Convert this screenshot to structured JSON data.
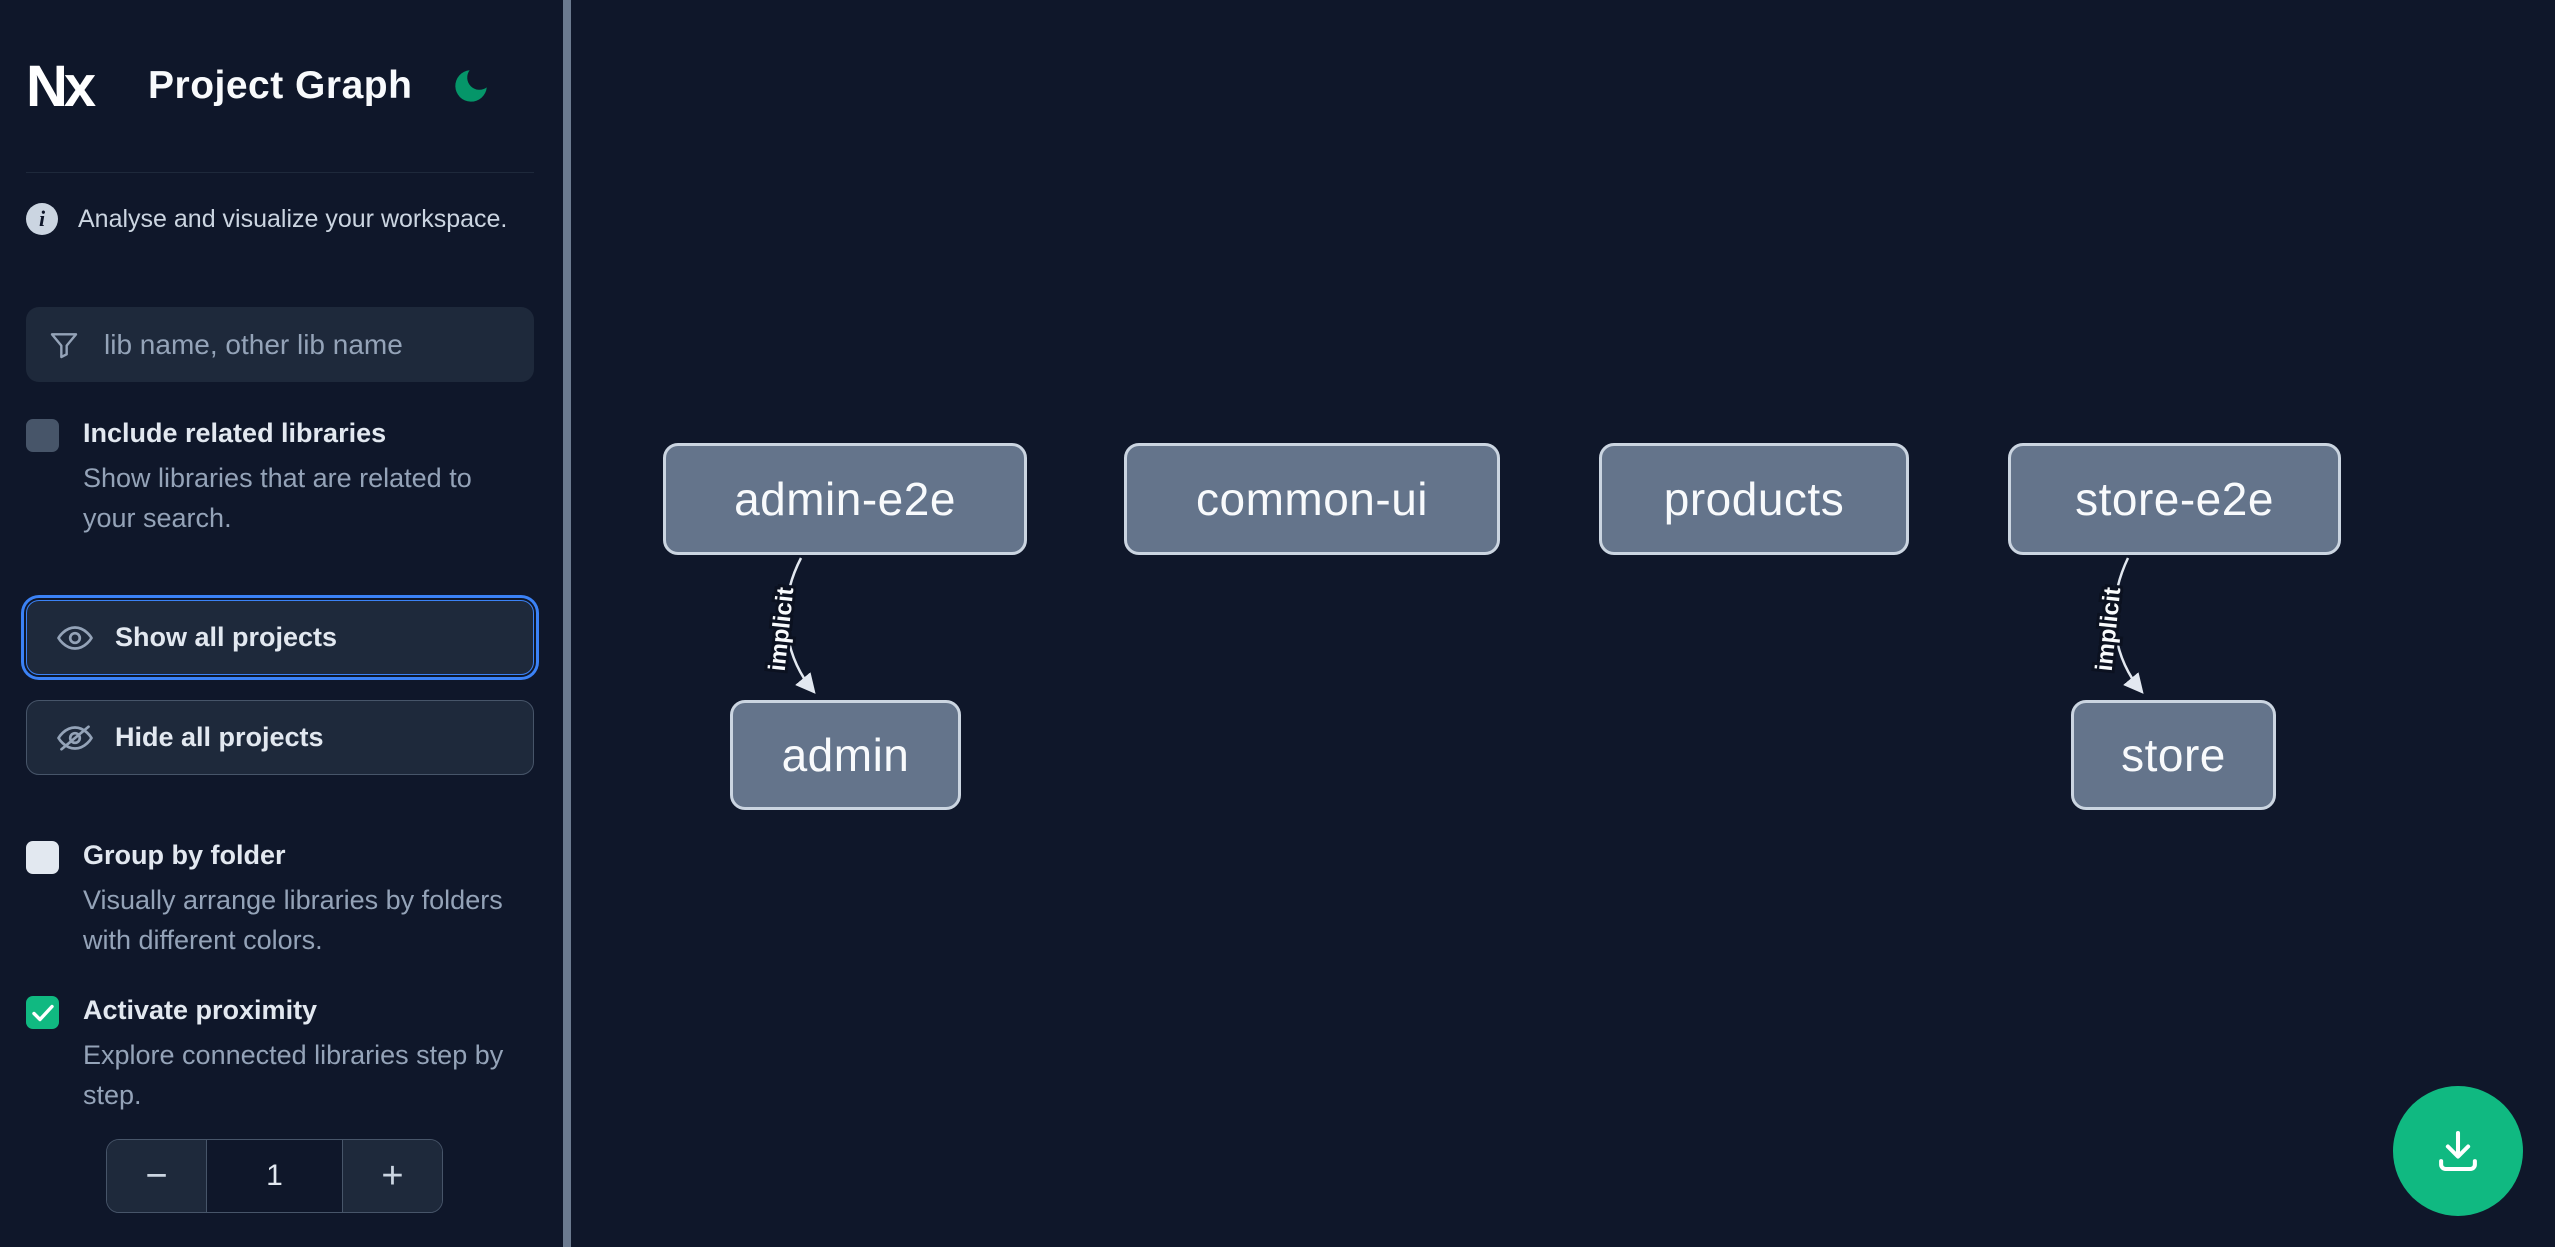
{
  "header": {
    "logo_alt": "Nx",
    "title": "Project Graph"
  },
  "sidebar": {
    "intro": "Analyse and visualize your workspace.",
    "filter": {
      "placeholder": "lib name, other lib name"
    },
    "actions": {
      "show_all": "Show all projects",
      "hide_all": "Hide all projects"
    },
    "options": {
      "include_related": {
        "label": "Include related libraries",
        "description": "Show libraries that are related to your search.",
        "checked": false,
        "disabled": true
      },
      "group_by_folder": {
        "label": "Group by folder",
        "description": "Visually arrange libraries by folders with different colors.",
        "checked": false
      },
      "activate_proximity": {
        "label": "Activate proximity",
        "description": "Explore connected libraries step by step.",
        "checked": true
      }
    },
    "proximity_stepper": {
      "decrement_label": "−",
      "value": "1",
      "increment_label": "+"
    }
  },
  "graph": {
    "nodes": [
      {
        "id": "admin-e2e",
        "label": "admin-e2e"
      },
      {
        "id": "common-ui",
        "label": "common-ui"
      },
      {
        "id": "products",
        "label": "products"
      },
      {
        "id": "store-e2e",
        "label": "store-e2e"
      },
      {
        "id": "admin",
        "label": "admin"
      },
      {
        "id": "store",
        "label": "store"
      }
    ],
    "edges": [
      {
        "from": "admin-e2e",
        "to": "admin",
        "label": "implicit"
      },
      {
        "from": "store-e2e",
        "to": "store",
        "label": "implicit"
      }
    ]
  },
  "icons": {
    "theme_toggle": "moon-icon",
    "intro": "info-icon",
    "filter": "funnel-icon",
    "show_all": "eye-icon",
    "hide_all": "eye-off-icon",
    "fab": "download-icon",
    "proximity_checked": "checkmark-icon"
  },
  "colors": {
    "background": "#0f172a",
    "panel": "#1e293b",
    "accent_green": "#10b981",
    "moon_green": "#059669",
    "focus_ring": "#3b82f6",
    "node_fill": "#64748b",
    "node_border": "#cbd5e1",
    "text_primary": "#e2e8f0",
    "text_secondary": "#94a3b8"
  }
}
